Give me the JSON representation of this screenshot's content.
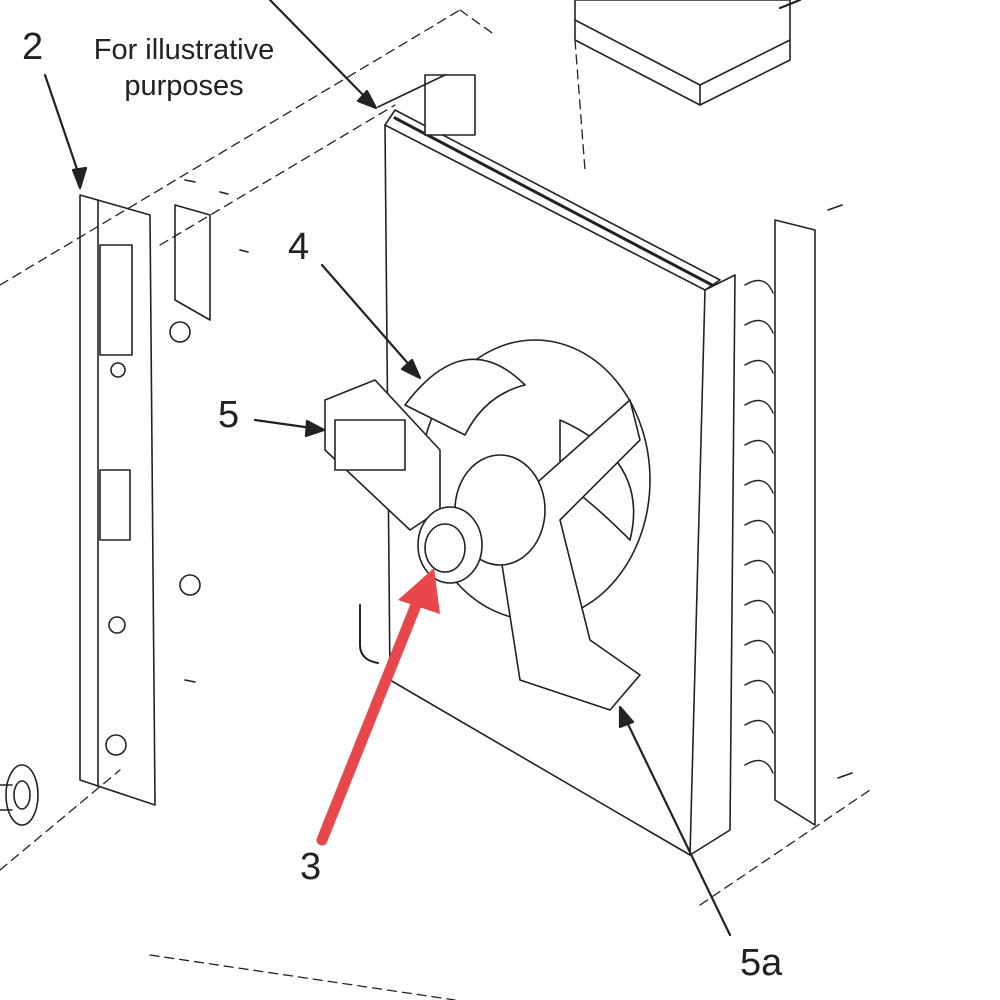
{
  "note": {
    "line1": "For illustrative",
    "line2": "purposes"
  },
  "callouts": {
    "c2": "2",
    "c3": "3",
    "c4": "4",
    "c5": "5",
    "c5a": "5a"
  },
  "colors": {
    "line": "#222222",
    "highlight_arrow": "#e8474b"
  }
}
